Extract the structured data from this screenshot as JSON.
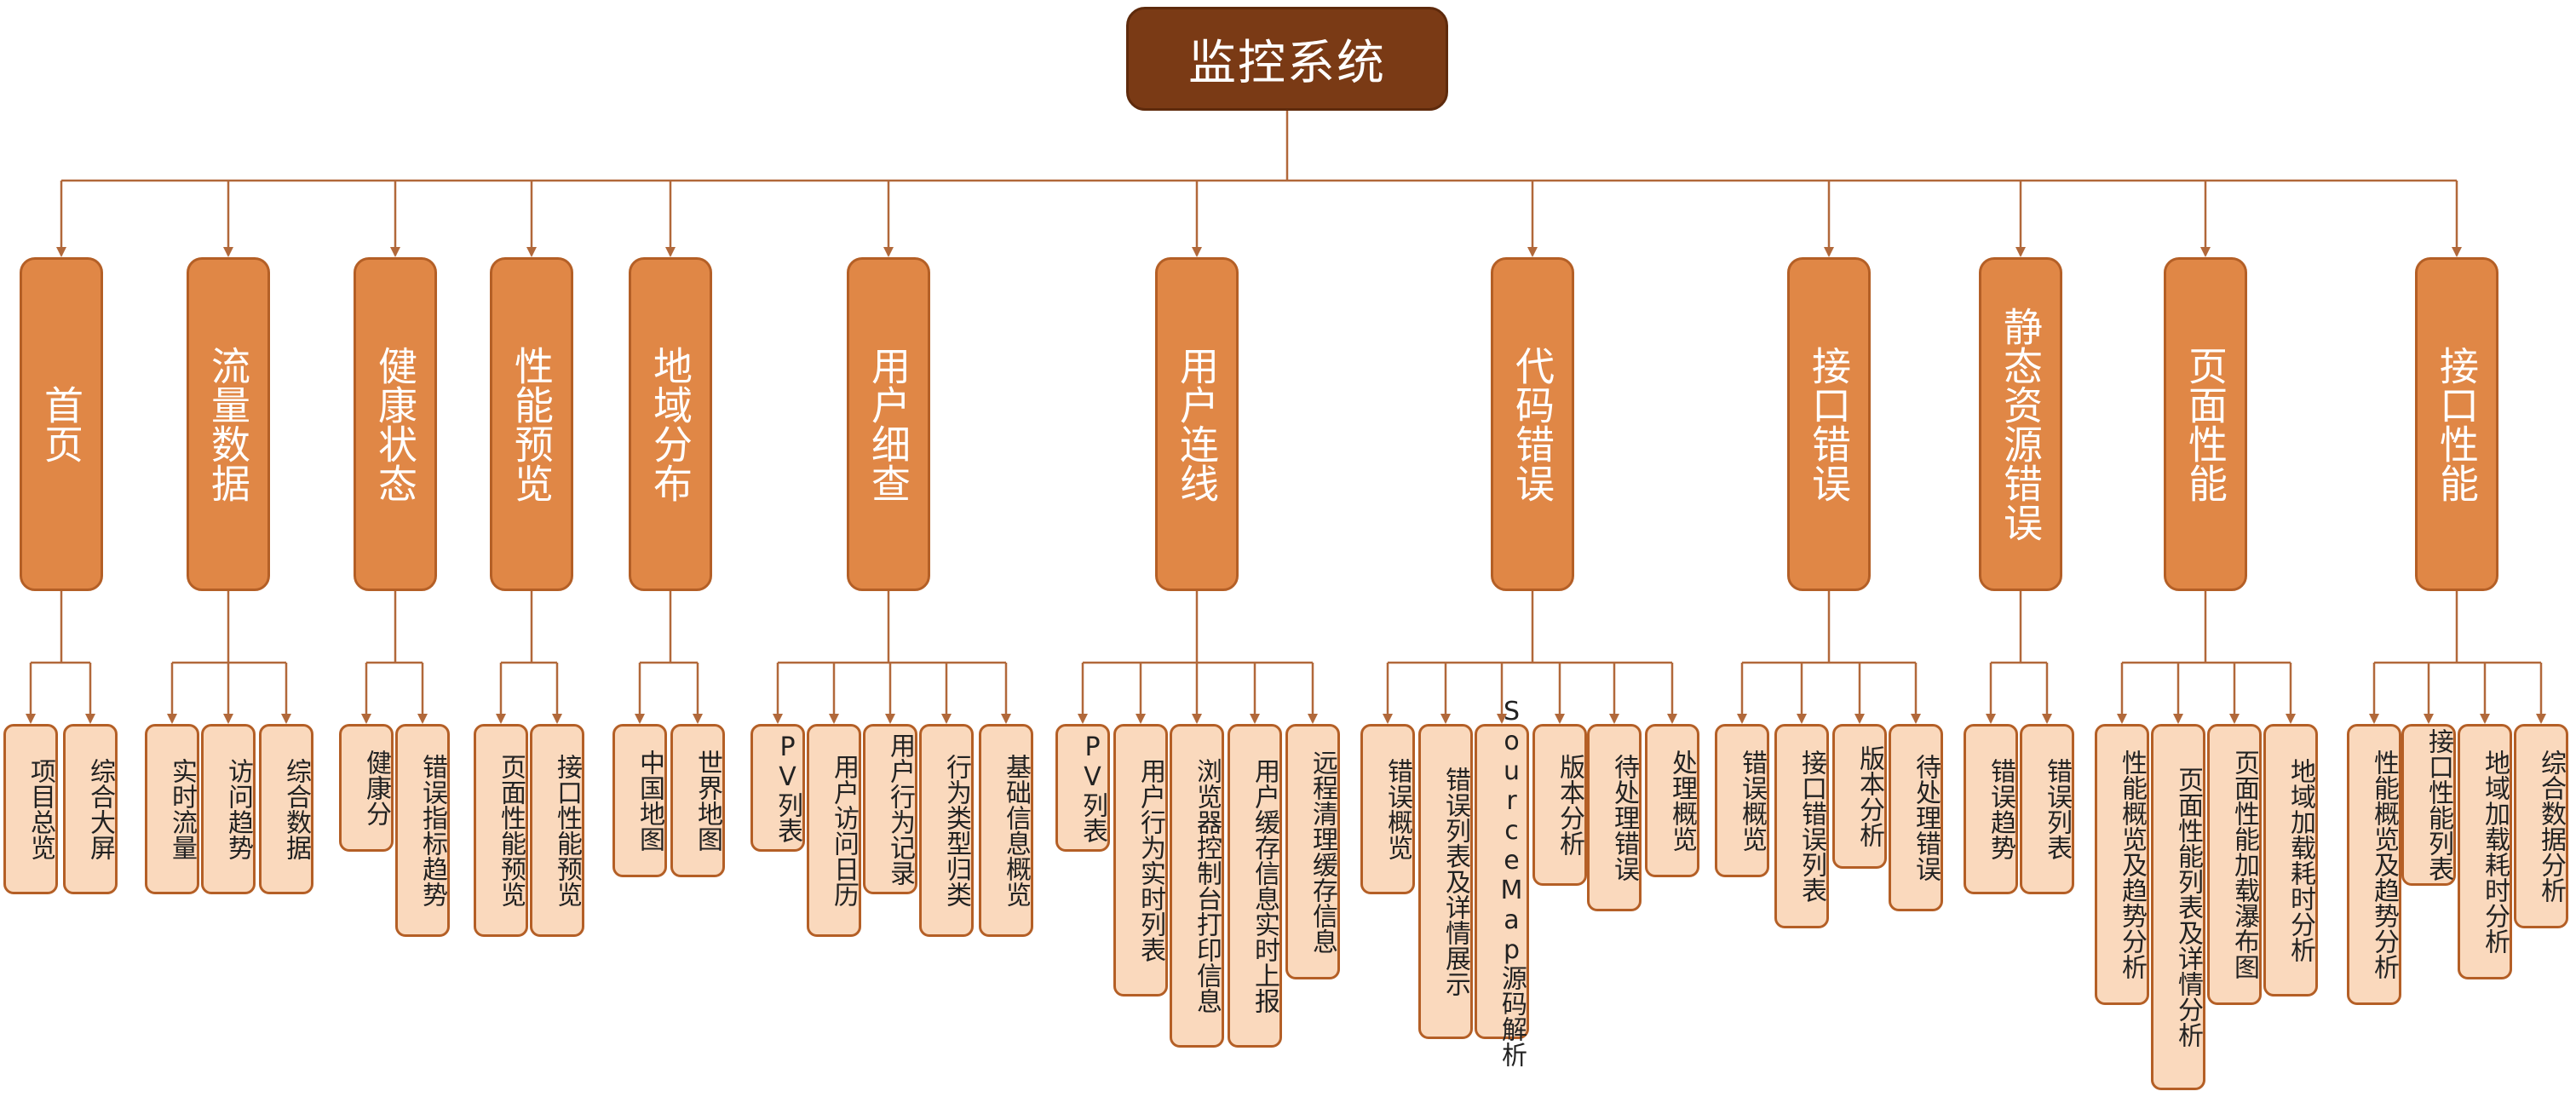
{
  "root": {
    "label": "监控系统"
  },
  "categories": [
    {
      "label": "首页",
      "children": [
        "项目总览",
        "综合大屏"
      ]
    },
    {
      "label": "流量数据",
      "children": [
        "实时流量",
        "访问趋势",
        "综合数据"
      ]
    },
    {
      "label": "健康状态",
      "children": [
        "健康分",
        "错误指标趋势"
      ]
    },
    {
      "label": "性能预览",
      "children": [
        "页面性能预览",
        "接口性能预览"
      ]
    },
    {
      "label": "地域分布",
      "children": [
        "中国地图",
        "世界地图"
      ]
    },
    {
      "label": "用户细查",
      "children": [
        "PV列表",
        "用户访问日历",
        "用户行为记录",
        "行为类型归类",
        "基础信息概览"
      ]
    },
    {
      "label": "用户连线",
      "children": [
        "PV列表",
        "用户行为实时列表",
        "浏览器控制台打印信息",
        "用户缓存信息实时上报",
        "远程清理缓存信息"
      ]
    },
    {
      "label": "代码错误",
      "children": [
        "错误概览",
        "错误列表及详情展示",
        "SourceMap源码解析",
        "版本分析",
        "待处理错误",
        "处理概览"
      ]
    },
    {
      "label": "接口错误",
      "children": [
        "错误概览",
        "接口错误列表",
        "版本分析",
        "待处理错误"
      ]
    },
    {
      "label": "静态资源错误",
      "children": [
        "错误趋势",
        "错误列表"
      ]
    },
    {
      "label": "页面性能",
      "children": [
        "性能概览及趋势分析",
        "页面性能列表及详情分析",
        "页面性能加载瀑布图",
        "地域加载耗时分析"
      ]
    },
    {
      "label": "接口性能",
      "children": [
        "性能概览及趋势分析",
        "接口性能列表",
        "地域加载耗时分析",
        "综合数据分析"
      ]
    }
  ],
  "colors": {
    "root_fill": "#7a3a15",
    "category_fill": "#e08746",
    "leaf_fill": "#fad9bd",
    "border": "#b45f26",
    "connector": "#b1683a"
  }
}
